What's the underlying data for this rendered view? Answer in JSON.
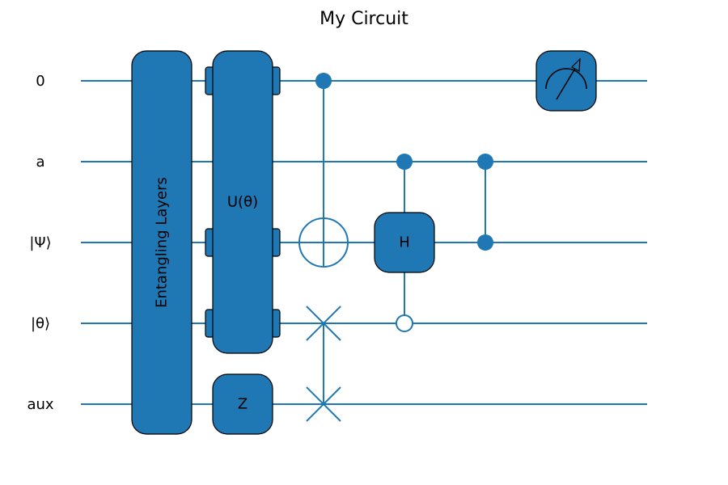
{
  "title": "My Circuit",
  "colors": {
    "wire": "#1f77b4",
    "gate_fill": "#1f77b4",
    "gate_edge": "#000000",
    "text": "#000000",
    "hollow_fill": "#ffffff"
  },
  "wires": [
    {
      "label": "0"
    },
    {
      "label": "a"
    },
    {
      "label": "|Ψ⟩"
    },
    {
      "label": "|θ⟩"
    },
    {
      "label": "aux"
    }
  ],
  "gates": {
    "entangling": {
      "label": "Entangling Layers",
      "wires": [
        0,
        1,
        2,
        3,
        4
      ]
    },
    "unitary": {
      "label": "U(θ)",
      "wires": [
        0,
        2,
        3
      ]
    },
    "z": {
      "label": "Z",
      "wire": 4
    },
    "cnot": {
      "control": 0,
      "target": 2
    },
    "swap": {
      "wires": [
        3,
        4
      ]
    },
    "controlled_h": {
      "label": "H",
      "control": 1,
      "target": 2,
      "open_control": 3
    },
    "cz": {
      "wires": [
        1,
        2
      ]
    },
    "measure": {
      "wire": 0,
      "icon": "meter-icon"
    }
  }
}
